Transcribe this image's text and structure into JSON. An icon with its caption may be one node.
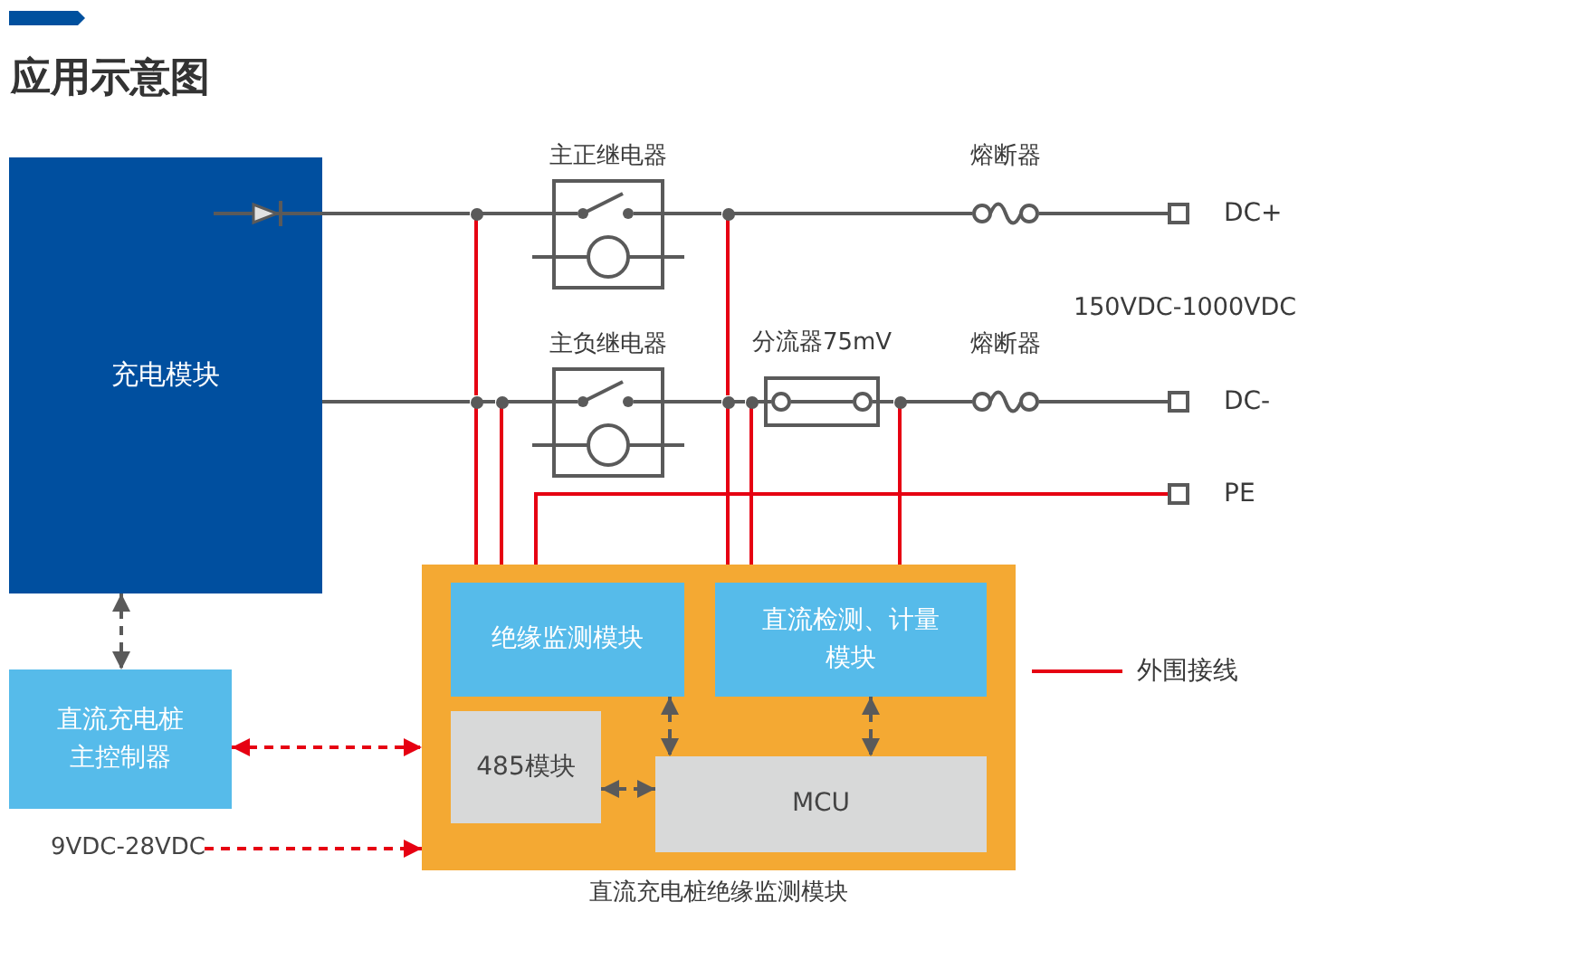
{
  "diagram": {
    "title": "应用示意图",
    "nodes": [
      {
        "text": [
          "充电模块"
        ]
      },
      {
        "text": [
          "主正继电器"
        ]
      },
      {
        "text": [
          "熔断器"
        ]
      },
      {
        "text": [
          "DC+"
        ]
      },
      {
        "text": [
          "主负继电器"
        ]
      },
      {
        "text": [
          "分流器75mV"
        ]
      },
      {
        "text": [
          "熔断器"
        ]
      },
      {
        "text": [
          "DC-"
        ]
      },
      {
        "text": [
          "PE"
        ]
      },
      {
        "text": [
          "直流充电桩绝缘监测模块"
        ]
      },
      {
        "text": [
          "绝缘监测模块"
        ],
        "in": 9
      },
      {
        "text": [
          "直流检测、计量模块"
        ],
        "in": 9
      },
      {
        "text": [
          "485模块"
        ],
        "in": 9
      },
      {
        "text": [
          "MCU"
        ],
        "in": 9
      },
      {
        "text": [
          "直流充电桩主控制器"
        ]
      },
      {
        "text": [
          "9VDC-28VDC"
        ]
      },
      {
        "text": [],
        "shape": "dot"
      },
      {
        "text": [],
        "shape": "dot"
      },
      {
        "text": [],
        "shape": "dot"
      },
      {
        "text": [],
        "shape": "dot"
      },
      {
        "text": [],
        "shape": "dot"
      },
      {
        "text": [],
        "shape": "dot"
      },
      {
        "text": [],
        "shape": "dot"
      }
    ],
    "edges": [
      {
        "from": 0,
        "to": 16,
        "arrow": "none"
      },
      {
        "from": 16,
        "to": 1,
        "arrow": "none"
      },
      {
        "from": 1,
        "to": 17,
        "arrow": "none"
      },
      {
        "from": 17,
        "to": 2,
        "arrow": "none"
      },
      {
        "from": 2,
        "to": 3,
        "arrow": "none"
      },
      {
        "from": 0,
        "to": 18,
        "arrow": "none"
      },
      {
        "from": 18,
        "to": 19,
        "arrow": "none"
      },
      {
        "from": 19,
        "to": 4,
        "arrow": "none"
      },
      {
        "from": 4,
        "to": 20,
        "arrow": "none"
      },
      {
        "from": 20,
        "to": 21,
        "arrow": "none"
      },
      {
        "from": 21,
        "to": 5,
        "arrow": "none"
      },
      {
        "from": 5,
        "to": 22,
        "arrow": "none"
      },
      {
        "from": 22,
        "to": 6,
        "arrow": "none"
      },
      {
        "from": 6,
        "to": 7,
        "arrow": "none"
      },
      {
        "from": 16,
        "to": 18,
        "arrow": "none",
        "color": "#e60012"
      },
      {
        "from": 18,
        "to": 9,
        "arrow": "none",
        "color": "#e60012"
      },
      {
        "from": 19,
        "to": 9,
        "arrow": "none",
        "color": "#e60012"
      },
      {
        "from": 8,
        "to": 9,
        "arrow": "none",
        "color": "#e60012"
      },
      {
        "from": 17,
        "to": 20,
        "arrow": "none",
        "color": "#e60012"
      },
      {
        "from": 20,
        "to": 9,
        "arrow": "none",
        "color": "#e60012"
      },
      {
        "from": 21,
        "to": 9,
        "arrow": "none",
        "color": "#e60012"
      },
      {
        "from": 22,
        "to": 9,
        "arrow": "none",
        "color": "#e60012"
      },
      {
        "from": 0,
        "to": 14,
        "arrow": "both",
        "style": "dashed"
      },
      {
        "from": 14,
        "to": 9,
        "arrow": "both",
        "style": "dashed",
        "color": "#e60012"
      },
      {
        "from": 15,
        "to": 9,
        "arrow": "to",
        "style": "dashed",
        "color": "#e60012"
      },
      {
        "from": 10,
        "to": 13,
        "arrow": "both",
        "style": "dashed"
      },
      {
        "from": 11,
        "to": 13,
        "arrow": "both",
        "style": "dashed"
      },
      {
        "from": 12,
        "to": 13,
        "arrow": "both",
        "style": "dashed"
      }
    ],
    "labels": [
      "150VDC-1000VDC"
    ],
    "legend": [
      {
        "text": "外围接线"
      }
    ]
  }
}
